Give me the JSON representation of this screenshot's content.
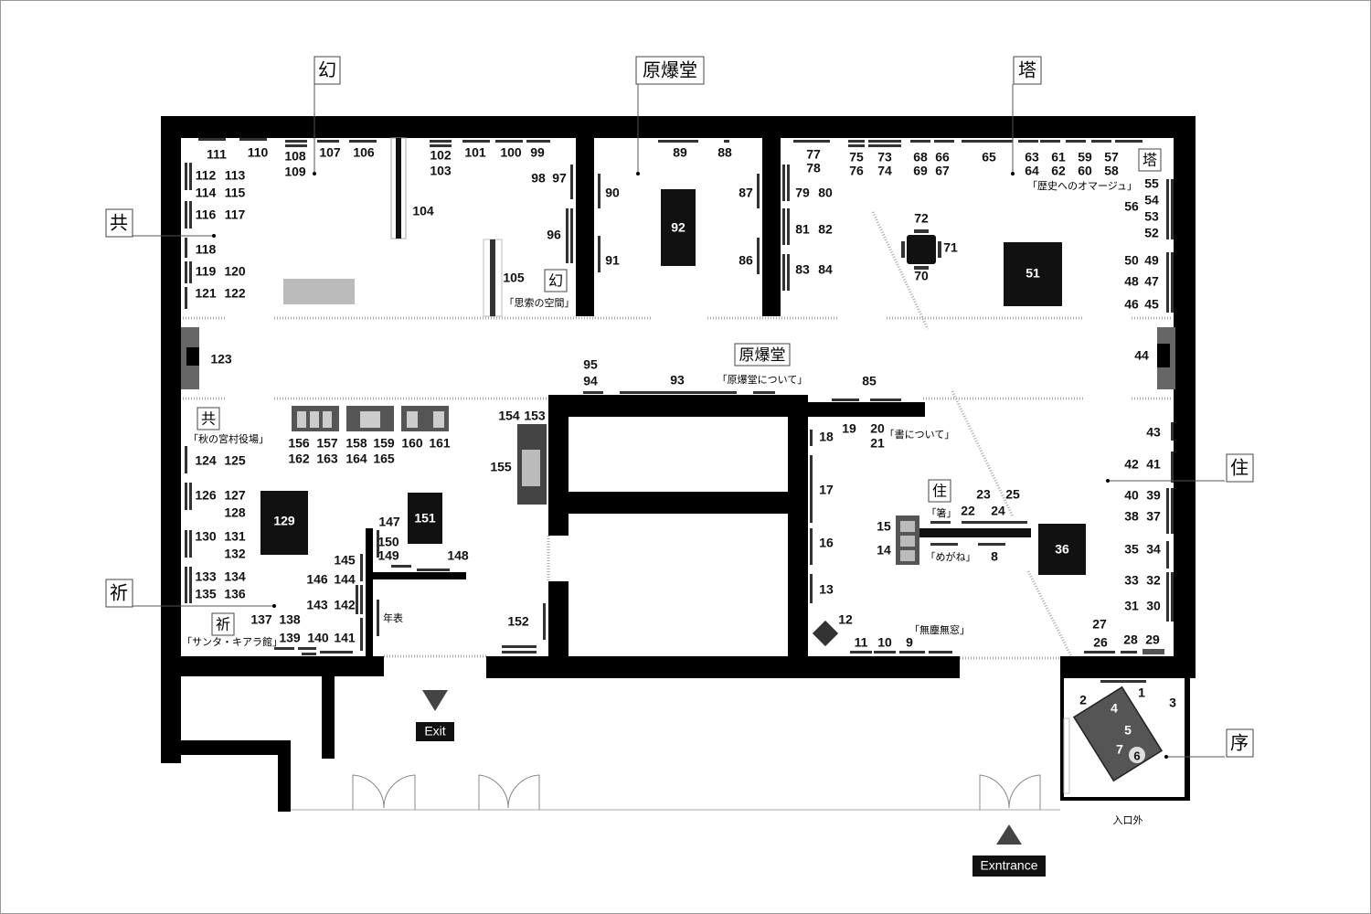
{
  "zones": {
    "gen": "幻",
    "genbakudo": "原爆堂",
    "tou": "塔",
    "kyou": "共",
    "jyuu": "住",
    "inori": "祈",
    "jo": "序"
  },
  "captions": {
    "shisaku": "「思索の空間」",
    "rekishi": "「歴史へのオマージュ」",
    "genbakudo_about": "「原爆堂について」",
    "sho_about": "「書について」",
    "akinomiya": "「秋の宮村役場」",
    "santa_chiara": "「サンタ・キアラ館」",
    "hashi": "「箸」",
    "megane": "「めがね」",
    "mujin": "「無塵無窓」",
    "nenpyo": "年表",
    "iriguchi": "入口外"
  },
  "buttons": {
    "exit": "Exit",
    "entrance": "Exntrance"
  },
  "exhibits": {
    "n1": "1",
    "n2": "2",
    "n3": "3",
    "n4": "4",
    "n5": "5",
    "n6": "6",
    "n7": "7",
    "n8": "8",
    "n9": "9",
    "n10": "10",
    "n11": "11",
    "n12": "12",
    "n13": "13",
    "n14": "14",
    "n15": "15",
    "n16": "16",
    "n17": "17",
    "n18": "18",
    "n19": "19",
    "n20": "20",
    "n21": "21",
    "n22": "22",
    "n23": "23",
    "n24": "24",
    "n25": "25",
    "n26": "26",
    "n27": "27",
    "n28": "28",
    "n29": "29",
    "n30": "30",
    "n31": "31",
    "n32": "32",
    "n33": "33",
    "n34": "34",
    "n35": "35",
    "n36": "36",
    "n37": "37",
    "n38": "38",
    "n39": "39",
    "n40": "40",
    "n41": "41",
    "n42": "42",
    "n43": "43",
    "n44": "44",
    "n45": "45",
    "n46": "46",
    "n47": "47",
    "n48": "48",
    "n49": "49",
    "n50": "50",
    "n51": "51",
    "n52": "52",
    "n53": "53",
    "n54": "54",
    "n55": "55",
    "n56": "56",
    "n57": "57",
    "n58": "58",
    "n59": "59",
    "n60": "60",
    "n61": "61",
    "n62": "62",
    "n63": "63",
    "n64": "64",
    "n65": "65",
    "n66": "66",
    "n67": "67",
    "n68": "68",
    "n69": "69",
    "n70": "70",
    "n71": "71",
    "n72": "72",
    "n73": "73",
    "n74": "74",
    "n75": "75",
    "n76": "76",
    "n77": "77",
    "n78": "78",
    "n79": "79",
    "n80": "80",
    "n81": "81",
    "n82": "82",
    "n83": "83",
    "n84": "84",
    "n85": "85",
    "n86": "86",
    "n87": "87",
    "n88": "88",
    "n89": "89",
    "n90": "90",
    "n91": "91",
    "n92": "92",
    "n93": "93",
    "n94": "94",
    "n95": "95",
    "n96": "96",
    "n97": "97",
    "n98": "98",
    "n99": "99",
    "n100": "100",
    "n101": "101",
    "n102": "102",
    "n103": "103",
    "n104": "104",
    "n105": "105",
    "n106": "106",
    "n107": "107",
    "n108": "108",
    "n109": "109",
    "n110": "110",
    "n111": "111",
    "n112": "112",
    "n113": "113",
    "n114": "114",
    "n115": "115",
    "n116": "116",
    "n117": "117",
    "n118": "118",
    "n119": "119",
    "n120": "120",
    "n121": "121",
    "n122": "122",
    "n123": "123",
    "n124": "124",
    "n125": "125",
    "n126": "126",
    "n127": "127",
    "n128": "128",
    "n129": "129",
    "n130": "130",
    "n131": "131",
    "n132": "132",
    "n133": "133",
    "n134": "134",
    "n135": "135",
    "n136": "136",
    "n137": "137",
    "n138": "138",
    "n139": "139",
    "n140": "140",
    "n141": "141",
    "n142": "142",
    "n143": "143",
    "n144": "144",
    "n145": "145",
    "n146": "146",
    "n147": "147",
    "n148": "148",
    "n149": "149",
    "n150": "150",
    "n151": "151",
    "n152": "152",
    "n153": "153",
    "n154": "154",
    "n155": "155",
    "n156": "156",
    "n157": "157",
    "n158": "158",
    "n159": "159",
    "n160": "160",
    "n161": "161",
    "n162": "162",
    "n163": "163",
    "n164": "164",
    "n165": "165"
  }
}
